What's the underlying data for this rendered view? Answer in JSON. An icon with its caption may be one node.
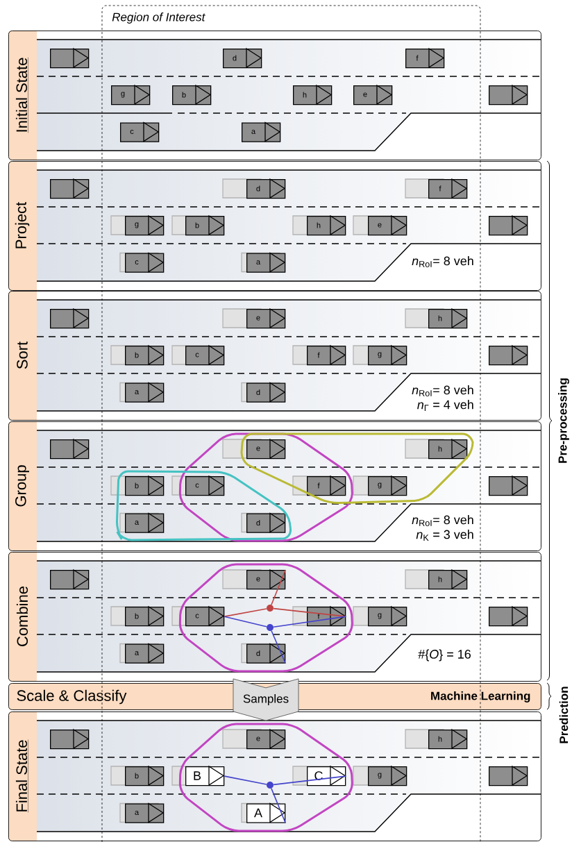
{
  "diagram": {
    "nodes": [
      {
        "text": [
          "Initial State"
        ]
      },
      {
        "text": [],
        "shape": "box",
        "in": 0
      },
      {
        "text": [
          "d"
        ],
        "in": 0
      },
      {
        "text": [
          "f"
        ],
        "in": 0
      },
      {
        "text": [
          "g"
        ],
        "in": 0
      },
      {
        "text": [
          "b"
        ],
        "in": 0
      },
      {
        "text": [
          "h"
        ],
        "in": 0
      },
      {
        "text": [
          "e"
        ],
        "in": 0
      },
      {
        "text": [],
        "shape": "box",
        "in": 0
      },
      {
        "text": [
          "c"
        ],
        "in": 0
      },
      {
        "text": [
          "a"
        ],
        "in": 0
      },
      {
        "text": [
          "Project"
        ]
      },
      {
        "text": [],
        "shape": "box",
        "in": 11
      },
      {
        "text": [
          "d"
        ],
        "in": 11
      },
      {
        "text": [
          "f"
        ],
        "in": 11
      },
      {
        "text": [
          "g"
        ],
        "in": 11
      },
      {
        "text": [
          "b"
        ],
        "in": 11
      },
      {
        "text": [
          "h"
        ],
        "in": 11
      },
      {
        "text": [
          "e"
        ],
        "in": 11
      },
      {
        "text": [],
        "shape": "box",
        "in": 11
      },
      {
        "text": [
          "c"
        ],
        "in": 11
      },
      {
        "text": [
          "a"
        ],
        "in": 11
      },
      {
        "text": [
          "Sort"
        ]
      },
      {
        "text": [],
        "shape": "box",
        "in": 22
      },
      {
        "text": [
          "e"
        ],
        "in": 22
      },
      {
        "text": [
          "h"
        ],
        "in": 22
      },
      {
        "text": [
          "b"
        ],
        "in": 22
      },
      {
        "text": [
          "c"
        ],
        "in": 22
      },
      {
        "text": [
          "f"
        ],
        "in": 22
      },
      {
        "text": [
          "g"
        ],
        "in": 22
      },
      {
        "text": [],
        "shape": "box",
        "in": 22
      },
      {
        "text": [
          "a"
        ],
        "in": 22
      },
      {
        "text": [
          "d"
        ],
        "in": 22
      },
      {
        "text": [
          "Group"
        ]
      },
      {
        "text": [],
        "shape": "box",
        "in": 33
      },
      {
        "text": [
          "e"
        ],
        "in": 33
      },
      {
        "text": [
          "h"
        ],
        "in": 33
      },
      {
        "text": [
          "b"
        ],
        "in": 33
      },
      {
        "text": [
          "c"
        ],
        "in": 33
      },
      {
        "text": [
          "f"
        ],
        "in": 33
      },
      {
        "text": [
          "g"
        ],
        "in": 33
      },
      {
        "text": [],
        "shape": "box",
        "in": 33
      },
      {
        "text": [
          "a"
        ],
        "in": 33
      },
      {
        "text": [
          "d"
        ],
        "in": 33
      },
      {
        "text": [
          "Combine"
        ]
      },
      {
        "text": [],
        "shape": "box",
        "in": 44
      },
      {
        "text": [
          "e"
        ],
        "in": 44
      },
      {
        "text": [
          "h"
        ],
        "in": 44
      },
      {
        "text": [
          "b"
        ],
        "in": 44
      },
      {
        "text": [
          "c"
        ],
        "in": 44
      },
      {
        "text": [
          "f"
        ],
        "in": 44
      },
      {
        "text": [
          "g"
        ],
        "in": 44
      },
      {
        "text": [],
        "shape": "box",
        "in": 44
      },
      {
        "text": [
          "a"
        ],
        "in": 44
      },
      {
        "text": [
          "d"
        ],
        "in": 44
      },
      {
        "text": [],
        "shape": "circle",
        "in": 44
      },
      {
        "text": [],
        "shape": "circle",
        "in": 44
      },
      {
        "text": [
          "Scale & Classify",
          "Machine Learning"
        ]
      },
      {
        "text": [
          "Final State"
        ]
      },
      {
        "text": [],
        "shape": "box",
        "in": 58
      },
      {
        "text": [
          "e"
        ],
        "in": 58
      },
      {
        "text": [
          "h"
        ],
        "in": 58
      },
      {
        "text": [
          "b"
        ],
        "in": 58
      },
      {
        "text": [
          "B"
        ],
        "in": 58
      },
      {
        "text": [
          "C"
        ],
        "in": 58
      },
      {
        "text": [
          "g"
        ],
        "in": 58
      },
      {
        "text": [],
        "shape": "box",
        "in": 58
      },
      {
        "text": [
          "a"
        ],
        "in": 58
      },
      {
        "text": [
          "A"
        ],
        "in": 58
      },
      {
        "text": [],
        "shape": "circle",
        "in": 58
      }
    ],
    "edges": [
      {
        "from": 55,
        "to": 46,
        "arrow": "none",
        "color": "#c04444"
      },
      {
        "from": 55,
        "to": 49,
        "arrow": "none",
        "color": "#c04444"
      },
      {
        "from": 55,
        "to": 50,
        "arrow": "none",
        "color": "#c04444"
      },
      {
        "from": 56,
        "to": 49,
        "arrow": "none",
        "color": "#4444cc"
      },
      {
        "from": 56,
        "to": 50,
        "arrow": "none",
        "color": "#4444cc"
      },
      {
        "from": 56,
        "to": 54,
        "arrow": "none",
        "color": "#4444cc"
      },
      {
        "from": 69,
        "to": 63,
        "arrow": "none",
        "color": "#4444cc"
      },
      {
        "from": 69,
        "to": 64,
        "arrow": "none",
        "color": "#4444cc"
      },
      {
        "from": 69,
        "to": 68,
        "arrow": "none",
        "color": "#4444cc"
      },
      {
        "from": 44,
        "to": 58,
        "arrow": "to",
        "label": "Samples",
        "color": "#dedede"
      }
    ],
    "labels": [
      "Region of Interest",
      "*n*$_{RoI}$= 8 veh",
      "*n*$_{RoI}$= 8 veh",
      "*n*$_{Γ}$ = 4 veh",
      "*n*$_{RoI}$= 8 veh",
      "*n*$_{K}$ = 3 veh",
      "#{*O*} = 16",
      "Pre-processing",
      "Prediction"
    ]
  }
}
